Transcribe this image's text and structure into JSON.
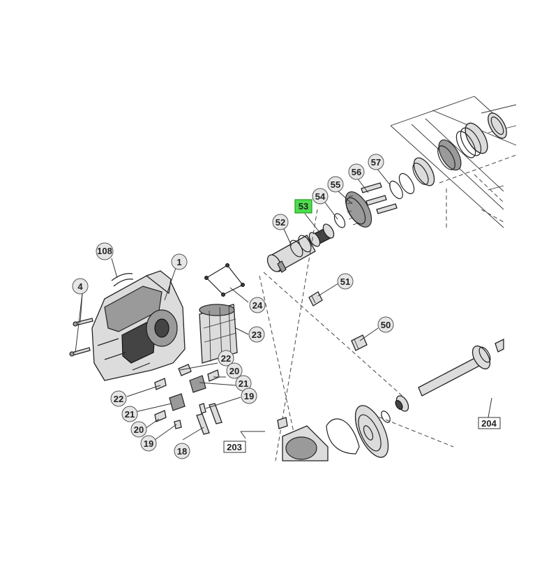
{
  "diagram": {
    "highlighted_callout": "53",
    "callouts": [
      {
        "id": "108",
        "style": "circle"
      },
      {
        "id": "1",
        "style": "circle"
      },
      {
        "id": "4",
        "style": "circle"
      },
      {
        "id": "24",
        "style": "circle"
      },
      {
        "id": "23",
        "style": "circle"
      },
      {
        "id": "22",
        "style": "circle"
      },
      {
        "id": "20",
        "style": "circle"
      },
      {
        "id": "21",
        "style": "circle"
      },
      {
        "id": "19",
        "style": "circle"
      },
      {
        "id": "22",
        "style": "circle"
      },
      {
        "id": "21",
        "style": "circle"
      },
      {
        "id": "20",
        "style": "circle"
      },
      {
        "id": "19",
        "style": "circle"
      },
      {
        "id": "18",
        "style": "circle"
      },
      {
        "id": "52",
        "style": "circle"
      },
      {
        "id": "53",
        "style": "highlight-box"
      },
      {
        "id": "54",
        "style": "circle"
      },
      {
        "id": "55",
        "style": "circle"
      },
      {
        "id": "56",
        "style": "circle"
      },
      {
        "id": "57",
        "style": "circle"
      },
      {
        "id": "51",
        "style": "circle"
      },
      {
        "id": "50",
        "style": "circle"
      },
      {
        "id": "203",
        "style": "box"
      },
      {
        "id": "204",
        "style": "box"
      }
    ],
    "colors": {
      "highlight": "#4ddc4d",
      "callout_fill": "#e6e6e6",
      "line": "#222222"
    }
  }
}
